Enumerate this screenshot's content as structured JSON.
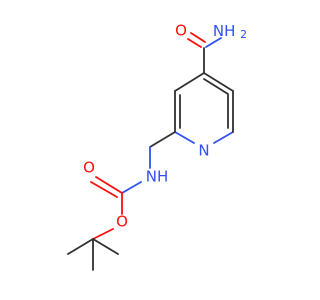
{
  "molecule": {
    "colors": {
      "carbon": "#303030",
      "nitrogen": "#3050f8",
      "oxygen": "#ff0d0d",
      "background": "#ffffff"
    },
    "labels": {
      "amide_oxygen": "O",
      "amide_nitrogen": "NH",
      "amide_nitrogen_subscript": "2",
      "pyridine_nitrogen": "N",
      "carbamate_nitrogen": "NH",
      "carbonyl_oxygen": "O",
      "ester_oxygen": "O"
    }
  }
}
